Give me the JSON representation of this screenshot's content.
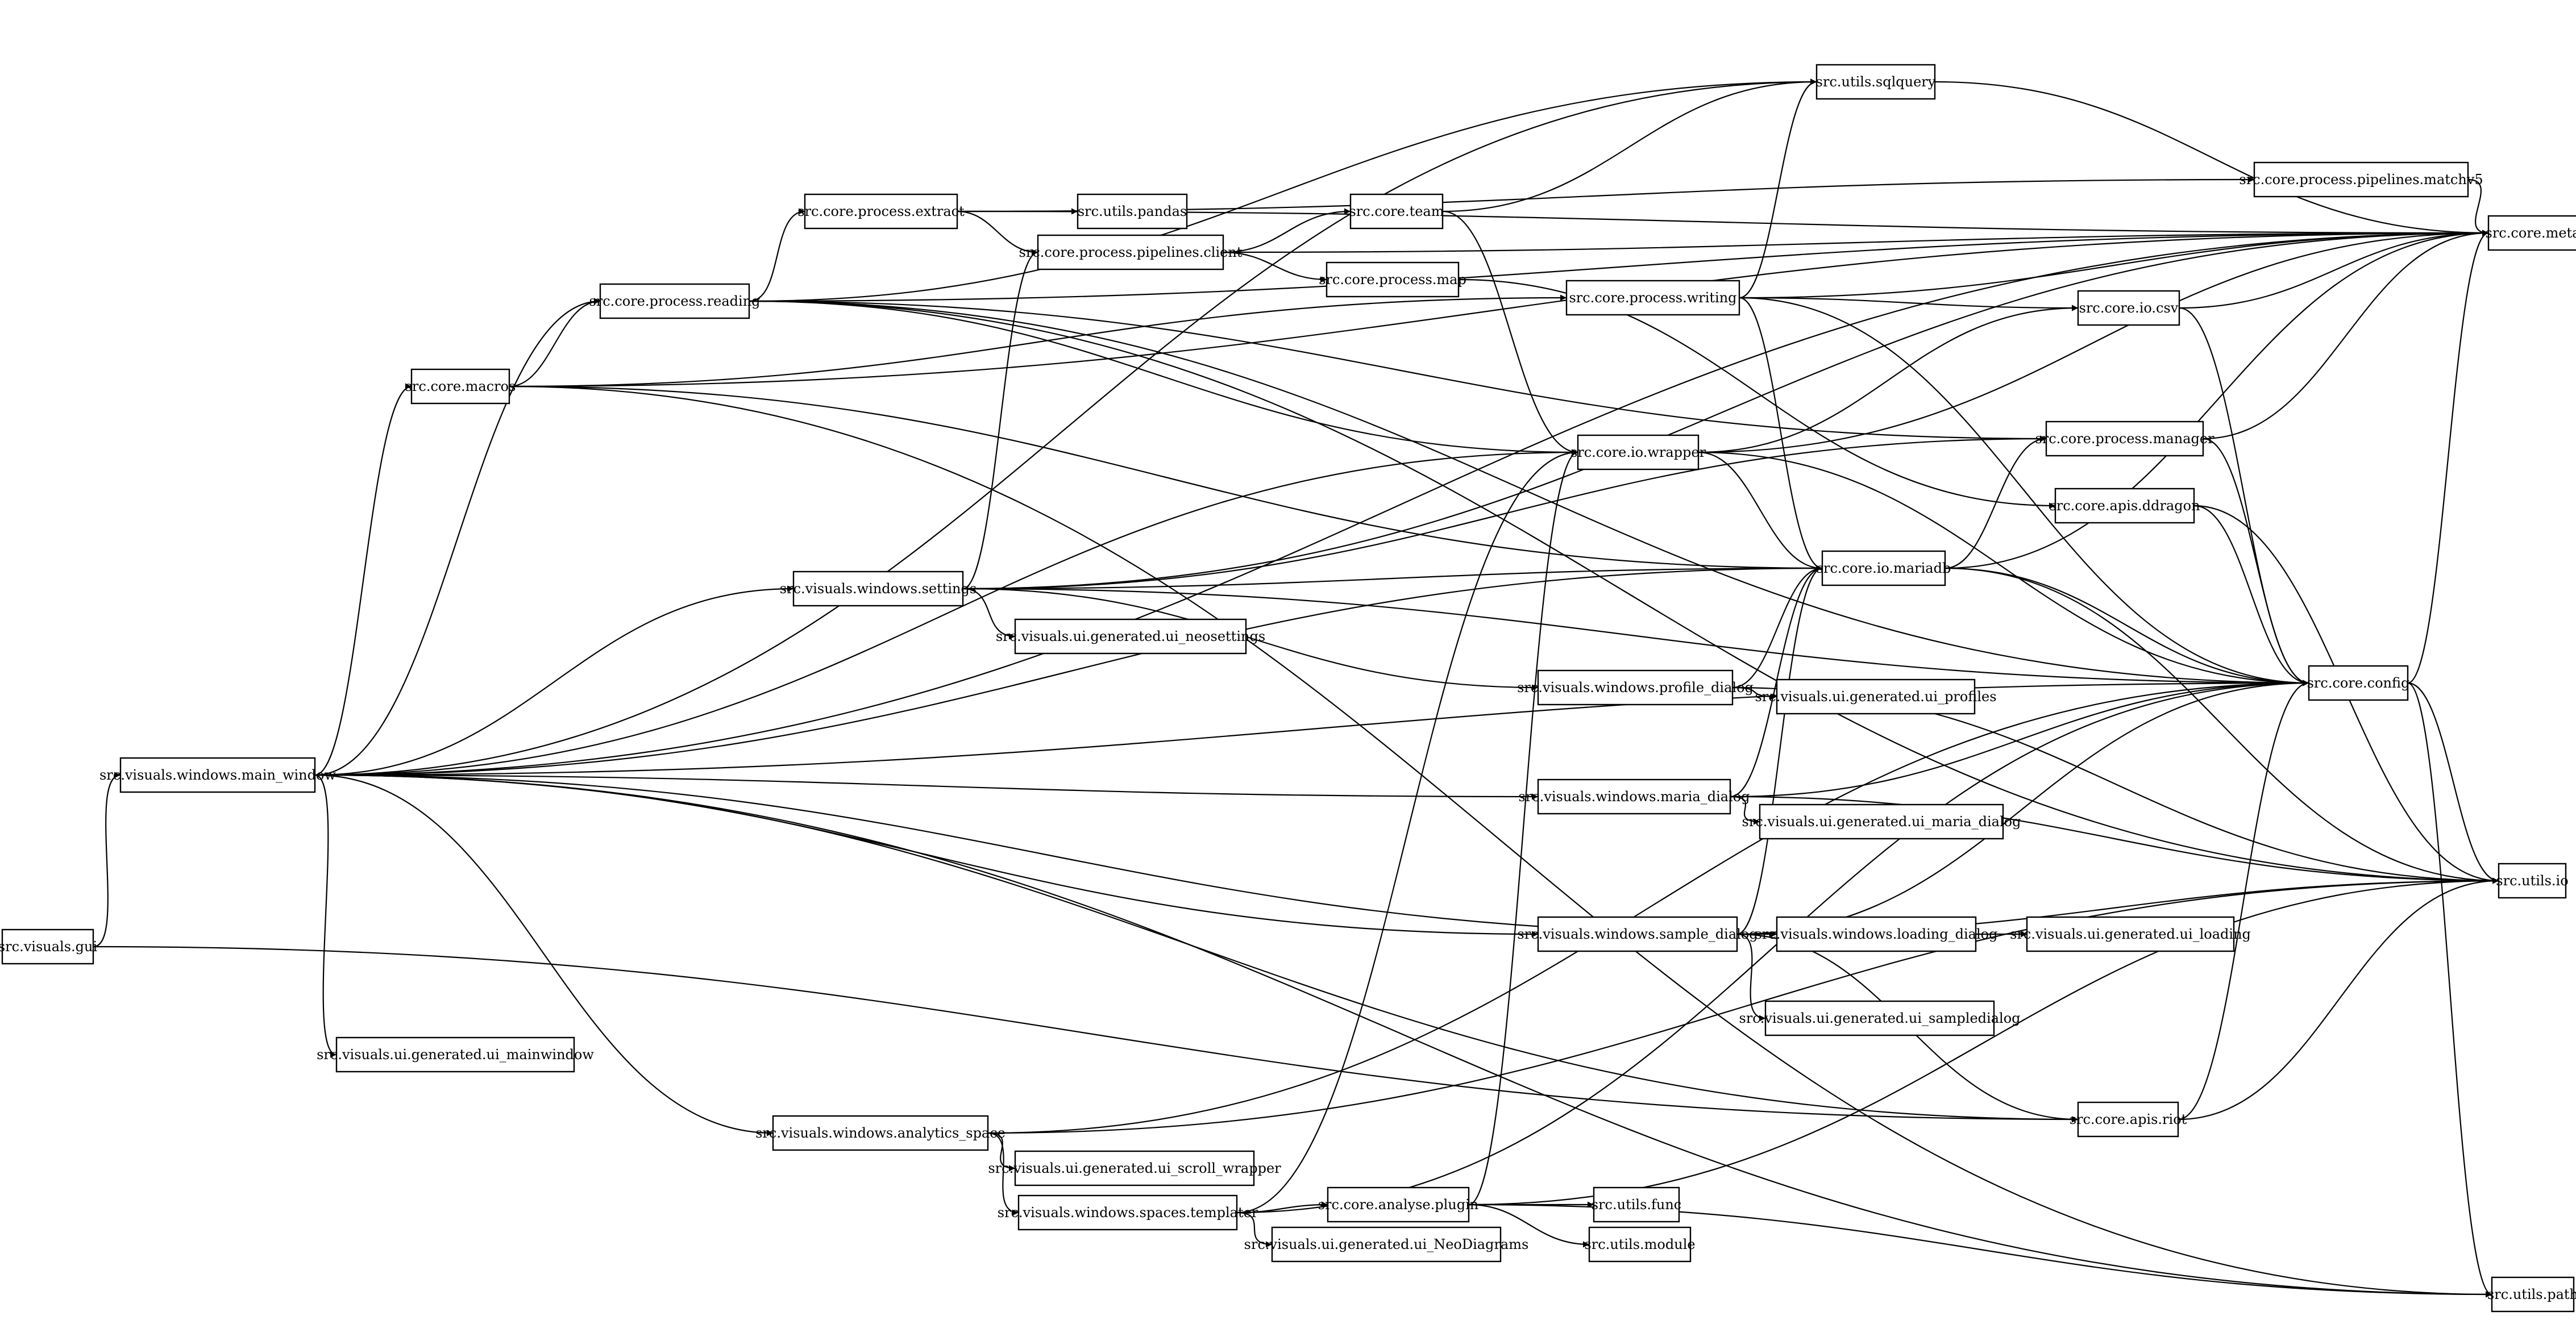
{
  "graph": {
    "nodes": [
      {
        "id": "gui",
        "label": "src.visuals.gui"
      },
      {
        "id": "main_window",
        "label": "src.visuals.windows.main_window"
      },
      {
        "id": "macros",
        "label": "src.core.macros"
      },
      {
        "id": "reading",
        "label": "src.core.process.reading"
      },
      {
        "id": "extract",
        "label": "src.core.process.extract"
      },
      {
        "id": "pandas",
        "label": "src.utils.pandas"
      },
      {
        "id": "pl_client",
        "label": "src.core.process.pipelines.client"
      },
      {
        "id": "team",
        "label": "src.core.team"
      },
      {
        "id": "pmap",
        "label": "src.core.process.map"
      },
      {
        "id": "writing",
        "label": "src.core.process.writing"
      },
      {
        "id": "sqlquery",
        "label": "src.utils.sqlquery"
      },
      {
        "id": "matchv5",
        "label": "src.core.process.pipelines.matchv5"
      },
      {
        "id": "meta",
        "label": "src.core.meta"
      },
      {
        "id": "io_csv",
        "label": "src.core.io.csv"
      },
      {
        "id": "io_wrapper",
        "label": "src.core.io.wrapper"
      },
      {
        "id": "manager",
        "label": "src.core.process.manager"
      },
      {
        "id": "ddragon",
        "label": "src.core.apis.ddragon"
      },
      {
        "id": "mariadb",
        "label": "src.core.io.mariadb"
      },
      {
        "id": "settings",
        "label": "src.visuals.windows.settings"
      },
      {
        "id": "ui_neosettings",
        "label": "src.visuals.ui.generated.ui_neosettings"
      },
      {
        "id": "profile_dialog",
        "label": "src.visuals.windows.profile_dialog"
      },
      {
        "id": "ui_profiles",
        "label": "src.visuals.ui.generated.ui_profiles"
      },
      {
        "id": "config",
        "label": "src.core.config"
      },
      {
        "id": "maria_dialog",
        "label": "src.visuals.windows.maria_dialog"
      },
      {
        "id": "ui_maria_dialog",
        "label": "src.visuals.ui.generated.ui_maria_dialog"
      },
      {
        "id": "utils_io",
        "label": "src.utils.io"
      },
      {
        "id": "sample_dialog",
        "label": "src.visuals.windows.sample_dialog"
      },
      {
        "id": "loading_dialog",
        "label": "src.visuals.windows.loading_dialog"
      },
      {
        "id": "ui_loading",
        "label": "src.visuals.ui.generated.ui_loading"
      },
      {
        "id": "ui_sampledialog",
        "label": "src.visuals.ui.generated.ui_sampledialog"
      },
      {
        "id": "ui_mainwindow",
        "label": "src.visuals.ui.generated.ui_mainwindow"
      },
      {
        "id": "riot",
        "label": "src.core.apis.riot"
      },
      {
        "id": "analytics_space",
        "label": "src.visuals.windows.analytics_space"
      },
      {
        "id": "ui_scroll_wrapper",
        "label": "src.visuals.ui.generated.ui_scroll_wrapper"
      },
      {
        "id": "templater",
        "label": "src.visuals.windows.spaces.templater"
      },
      {
        "id": "plugin",
        "label": "src.core.analyse.plugin"
      },
      {
        "id": "func",
        "label": "src.utils.func"
      },
      {
        "id": "module",
        "label": "src.utils.module"
      },
      {
        "id": "ui_neodiagrams",
        "label": "src.visuals.ui.generated.ui_NeoDiagrams"
      },
      {
        "id": "utils_path",
        "label": "src.utils.path"
      }
    ],
    "edges": [
      {
        "from": "gui",
        "to": "main_window"
      },
      {
        "from": "gui",
        "to": "riot"
      },
      {
        "from": "main_window",
        "to": "macros"
      },
      {
        "from": "main_window",
        "to": "reading"
      },
      {
        "from": "main_window",
        "to": "sqlquery"
      },
      {
        "from": "main_window",
        "to": "meta"
      },
      {
        "from": "main_window",
        "to": "io_wrapper"
      },
      {
        "from": "main_window",
        "to": "mariadb"
      },
      {
        "from": "main_window",
        "to": "settings"
      },
      {
        "from": "main_window",
        "to": "config"
      },
      {
        "from": "main_window",
        "to": "maria_dialog"
      },
      {
        "from": "main_window",
        "to": "loading_dialog"
      },
      {
        "from": "main_window",
        "to": "sample_dialog"
      },
      {
        "from": "main_window",
        "to": "ui_mainwindow"
      },
      {
        "from": "main_window",
        "to": "riot"
      },
      {
        "from": "main_window",
        "to": "analytics_space"
      },
      {
        "from": "main_window",
        "to": "utils_path"
      },
      {
        "from": "macros",
        "to": "reading"
      },
      {
        "from": "macros",
        "to": "meta"
      },
      {
        "from": "macros",
        "to": "writing"
      },
      {
        "from": "macros",
        "to": "mariadb"
      },
      {
        "from": "macros",
        "to": "utils_path"
      },
      {
        "from": "reading",
        "to": "extract"
      },
      {
        "from": "reading",
        "to": "sqlquery"
      },
      {
        "from": "reading",
        "to": "meta"
      },
      {
        "from": "reading",
        "to": "manager"
      },
      {
        "from": "reading",
        "to": "io_wrapper"
      },
      {
        "from": "reading",
        "to": "utils_io"
      },
      {
        "from": "reading",
        "to": "config"
      },
      {
        "from": "extract",
        "to": "pandas"
      },
      {
        "from": "extract",
        "to": "pl_client"
      },
      {
        "from": "extract",
        "to": "matchv5"
      },
      {
        "from": "extract",
        "to": "meta"
      },
      {
        "from": "pl_client",
        "to": "team"
      },
      {
        "from": "pl_client",
        "to": "pmap"
      },
      {
        "from": "pl_client",
        "to": "meta"
      },
      {
        "from": "team",
        "to": "sqlquery"
      },
      {
        "from": "team",
        "to": "io_wrapper"
      },
      {
        "from": "pmap",
        "to": "ddragon"
      },
      {
        "from": "writing",
        "to": "sqlquery"
      },
      {
        "from": "writing",
        "to": "meta"
      },
      {
        "from": "writing",
        "to": "io_csv"
      },
      {
        "from": "writing",
        "to": "mariadb"
      },
      {
        "from": "writing",
        "to": "config"
      },
      {
        "from": "sqlquery",
        "to": "meta"
      },
      {
        "from": "matchv5",
        "to": "meta"
      },
      {
        "from": "io_csv",
        "to": "meta"
      },
      {
        "from": "io_csv",
        "to": "config"
      },
      {
        "from": "io_wrapper",
        "to": "io_csv"
      },
      {
        "from": "io_wrapper",
        "to": "meta"
      },
      {
        "from": "io_wrapper",
        "to": "mariadb"
      },
      {
        "from": "io_wrapper",
        "to": "config"
      },
      {
        "from": "manager",
        "to": "meta"
      },
      {
        "from": "manager",
        "to": "config"
      },
      {
        "from": "ddragon",
        "to": "config"
      },
      {
        "from": "ddragon",
        "to": "utils_io"
      },
      {
        "from": "mariadb",
        "to": "meta"
      },
      {
        "from": "mariadb",
        "to": "manager"
      },
      {
        "from": "mariadb",
        "to": "config"
      },
      {
        "from": "mariadb",
        "to": "utils_io"
      },
      {
        "from": "settings",
        "to": "pl_client"
      },
      {
        "from": "settings",
        "to": "meta"
      },
      {
        "from": "settings",
        "to": "manager"
      },
      {
        "from": "settings",
        "to": "mariadb"
      },
      {
        "from": "settings",
        "to": "config"
      },
      {
        "from": "settings",
        "to": "ui_neosettings"
      },
      {
        "from": "settings",
        "to": "profile_dialog"
      },
      {
        "from": "profile_dialog",
        "to": "mariadb"
      },
      {
        "from": "profile_dialog",
        "to": "ui_profiles"
      },
      {
        "from": "profile_dialog",
        "to": "utils_io"
      },
      {
        "from": "config",
        "to": "meta"
      },
      {
        "from": "config",
        "to": "utils_io"
      },
      {
        "from": "config",
        "to": "utils_path"
      },
      {
        "from": "maria_dialog",
        "to": "mariadb"
      },
      {
        "from": "maria_dialog",
        "to": "config"
      },
      {
        "from": "maria_dialog",
        "to": "ui_maria_dialog"
      },
      {
        "from": "maria_dialog",
        "to": "utils_io"
      },
      {
        "from": "sample_dialog",
        "to": "mariadb"
      },
      {
        "from": "sample_dialog",
        "to": "config"
      },
      {
        "from": "sample_dialog",
        "to": "loading_dialog"
      },
      {
        "from": "sample_dialog",
        "to": "ui_sampledialog"
      },
      {
        "from": "sample_dialog",
        "to": "utils_io"
      },
      {
        "from": "sample_dialog",
        "to": "riot"
      },
      {
        "from": "loading_dialog",
        "to": "ui_loading"
      },
      {
        "from": "riot",
        "to": "config"
      },
      {
        "from": "riot",
        "to": "utils_io"
      },
      {
        "from": "analytics_space",
        "to": "config"
      },
      {
        "from": "analytics_space",
        "to": "ui_scroll_wrapper"
      },
      {
        "from": "analytics_space",
        "to": "templater"
      },
      {
        "from": "analytics_space",
        "to": "utils_io"
      },
      {
        "from": "templater",
        "to": "io_wrapper"
      },
      {
        "from": "templater",
        "to": "config"
      },
      {
        "from": "templater",
        "to": "plugin"
      },
      {
        "from": "templater",
        "to": "ui_neodiagrams"
      },
      {
        "from": "plugin",
        "to": "io_wrapper"
      },
      {
        "from": "plugin",
        "to": "func"
      },
      {
        "from": "plugin",
        "to": "module"
      },
      {
        "from": "plugin",
        "to": "utils_io"
      },
      {
        "from": "plugin",
        "to": "utils_path"
      }
    ]
  }
}
